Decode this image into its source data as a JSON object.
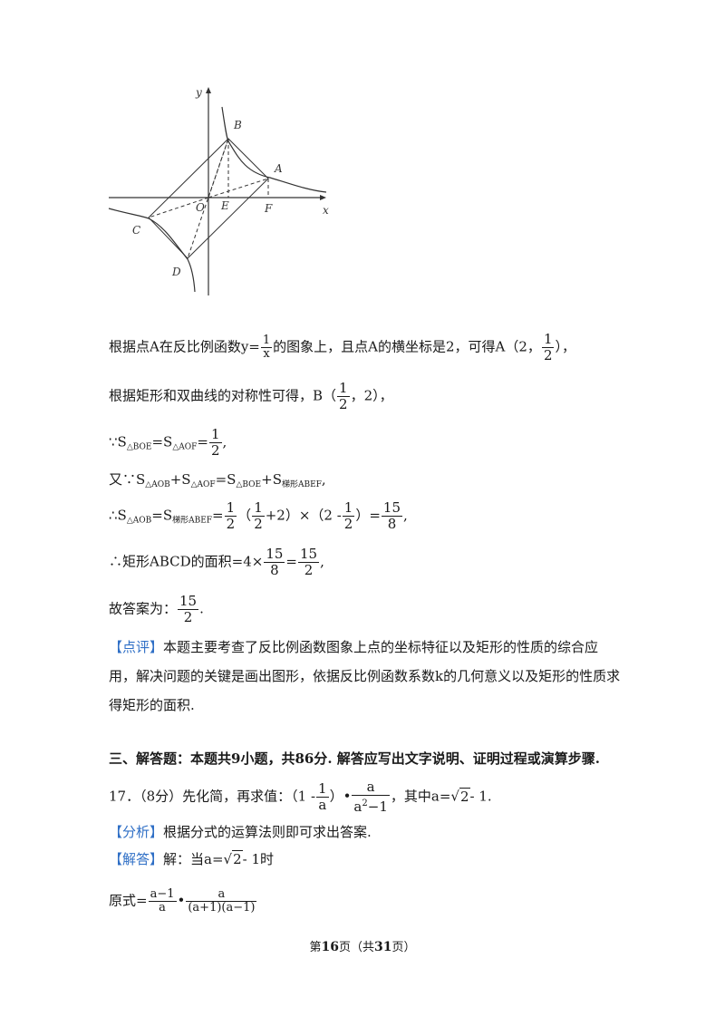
{
  "figure": {
    "axis_x": "x",
    "axis_y": "y",
    "points": {
      "A": "A",
      "B": "B",
      "C": "C",
      "D": "D",
      "O": "O",
      "E": "E",
      "F": "F"
    }
  },
  "line1": {
    "t1": "根据点A在反比例函数y=",
    "f_num": "1",
    "f_den": "x",
    "t2": "的图象上，且点A的横坐标是2，可得A（2，",
    "a_num": "1",
    "a_den": "2",
    "t3": "），"
  },
  "line2": {
    "t1": "根据矩形和双曲线的对称性可得，B（",
    "b_num": "1",
    "b_den": "2",
    "t2": "，2），"
  },
  "line3": {
    "t1": "∵S",
    "s1": "△BOE",
    "t2": "=S",
    "s2": "△AOF",
    "t3": "=",
    "num": "1",
    "den": "2",
    "t4": ","
  },
  "line4": {
    "t1": "又∵S",
    "s1": "△AOB",
    "t2": "+S",
    "s2": "△AOF",
    "t3": "=S",
    "s3": "△BOE",
    "t4": "+S",
    "s4": "梯形ABEF",
    "t5": ","
  },
  "line5": {
    "t1": "∴S",
    "s1": "△AOB",
    "t2": "=S",
    "s2": "梯形ABEF",
    "t3": "=",
    "f1_num": "1",
    "f1_den": "2",
    "t4": "（",
    "f2_num": "1",
    "f2_den": "2",
    "t5": "+2）×（2 -",
    "f3_num": "1",
    "f3_den": "2",
    "t6": "）=",
    "f4_num": "15",
    "f4_den": "8",
    "t7": ","
  },
  "line6": {
    "t1": "∴矩形ABCD的面积=4×",
    "f1_num": "15",
    "f1_den": "8",
    "t2": "=",
    "f2_num": "15",
    "f2_den": "2",
    "t3": ","
  },
  "line7": {
    "t1": "故答案为：",
    "num": "15",
    "den": "2",
    "t2": "."
  },
  "comment": {
    "tag": "【点评】",
    "text": "本题主要考查了反比例函数图象上点的坐标特征以及矩形的性质的综合应用，解决问题的关键是画出图形，依据反比例函数系数k的几何意义以及矩形的性质求得矩形的面积."
  },
  "section3": {
    "title": "三、解答题：本题共9小题，共86分. 解答应写出文字说明、证明过程或演算步骤."
  },
  "q17": {
    "t1": "17．（8分）先化简，再求值：（1 -",
    "f1_num": "1",
    "f1_den": "a",
    "t2": "）•",
    "f2_num": "a",
    "f2_den_a": "a",
    "f2_den_sup": "2",
    "f2_den_b": "−1",
    "t3": "，其中a=",
    "sqrt": "2",
    "t4": "- 1."
  },
  "analysis": {
    "tag": "【分析】",
    "text": "根据分式的运算法则即可求出答案."
  },
  "answer": {
    "tag": "【解答】",
    "t1": "解：当a=",
    "sqrt": "2",
    "t2": "- 1时"
  },
  "original": {
    "t1": "原式=",
    "f1_num": "a−1",
    "f1_den": "a",
    "t2": "•",
    "f2_num": "a",
    "f2_den": "(a+1)(a−1)"
  },
  "footer": {
    "t1": "第",
    "page": "16",
    "t2": "页（共",
    "total": "31",
    "t3": "页）"
  }
}
